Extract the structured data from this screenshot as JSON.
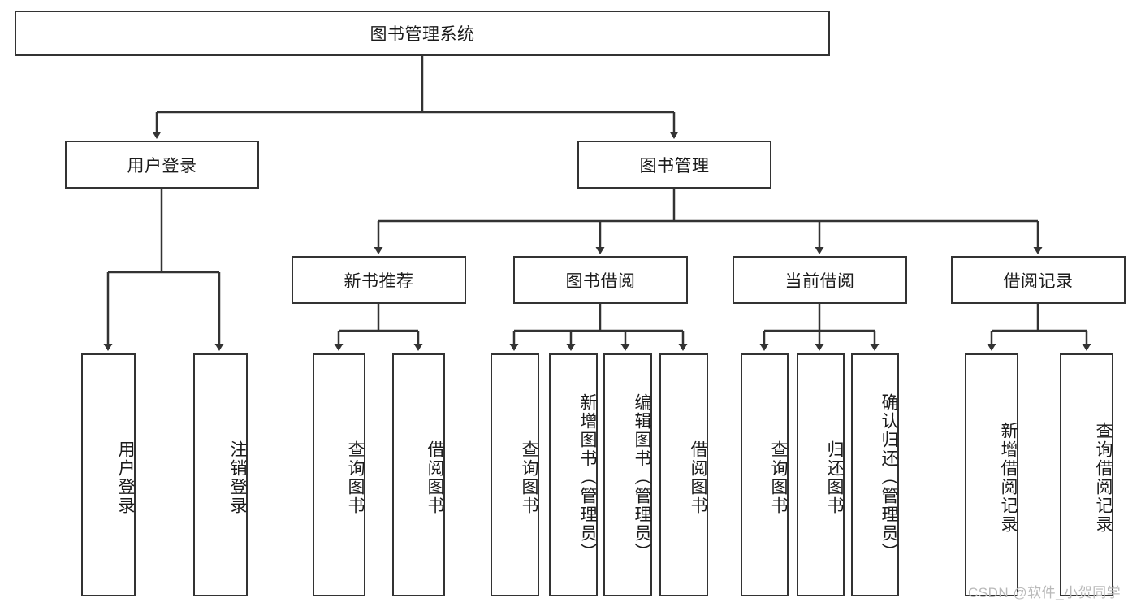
{
  "diagram": {
    "title": "图书管理系统",
    "type": "tree-hierarchy",
    "root": {
      "id": "root",
      "label": "图书管理系统"
    },
    "level2": [
      {
        "id": "user-login",
        "label": "用户登录"
      },
      {
        "id": "book-manage",
        "label": "图书管理"
      }
    ],
    "level3": [
      {
        "id": "new-book-recommend",
        "label": "新书推荐",
        "parent": "book-manage"
      },
      {
        "id": "book-borrow",
        "label": "图书借阅",
        "parent": "book-manage"
      },
      {
        "id": "current-borrow",
        "label": "当前借阅",
        "parent": "book-manage"
      },
      {
        "id": "borrow-record",
        "label": "借阅记录",
        "parent": "book-manage"
      }
    ],
    "leaves": [
      {
        "id": "leaf-user-login",
        "label": "用户登录",
        "parent": "user-login"
      },
      {
        "id": "leaf-logout",
        "label": "注销登录",
        "parent": "user-login"
      },
      {
        "id": "leaf-query-book-1",
        "label": "查询图书",
        "parent": "new-book-recommend"
      },
      {
        "id": "leaf-borrow-book-1",
        "label": "借阅图书",
        "parent": "new-book-recommend"
      },
      {
        "id": "leaf-query-book-2",
        "label": "查询图书",
        "parent": "book-borrow"
      },
      {
        "id": "leaf-add-book",
        "label": "新增图书（管理员）",
        "parent": "book-borrow"
      },
      {
        "id": "leaf-edit-book",
        "label": "编辑图书（管理员）",
        "parent": "book-borrow"
      },
      {
        "id": "leaf-borrow-book-2",
        "label": "借阅图书",
        "parent": "book-borrow"
      },
      {
        "id": "leaf-query-book-3",
        "label": "查询图书",
        "parent": "current-borrow"
      },
      {
        "id": "leaf-return-book",
        "label": "归还图书",
        "parent": "current-borrow"
      },
      {
        "id": "leaf-confirm-return",
        "label": "确认归还（管理员）",
        "parent": "current-borrow"
      },
      {
        "id": "leaf-add-record",
        "label": "新增借阅记录",
        "parent": "borrow-record"
      },
      {
        "id": "leaf-query-record",
        "label": "查询借阅记录",
        "parent": "borrow-record"
      }
    ],
    "watermark": "CSDN @软件_小贺同学",
    "colors": {
      "border": "#333333",
      "background": "#ffffff",
      "text": "#1b1b1b",
      "watermark": "#b9b9b9"
    }
  }
}
